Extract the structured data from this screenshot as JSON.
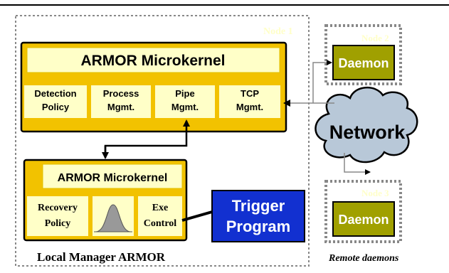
{
  "node1": {
    "label": "Node 1"
  },
  "node2": {
    "label": "Node 2"
  },
  "node3": {
    "label": "Node 3"
  },
  "top_armor": {
    "title": "ARMOR Microkernel",
    "elements": [
      {
        "line1": "Detection",
        "line2": "Policy"
      },
      {
        "line1": "Process",
        "line2": "Mgmt."
      },
      {
        "line1": "Pipe",
        "line2": "Mgmt."
      },
      {
        "line1": "TCP",
        "line2": "Mgmt."
      }
    ]
  },
  "local_armor": {
    "title": "ARMOR Microkernel",
    "recovery": {
      "line1": "Recovery",
      "line2": "Policy"
    },
    "exe": {
      "line1": "Exe",
      "line2": "Control"
    },
    "caption": "Local Manager ARMOR"
  },
  "trigger": {
    "line1": "Trigger",
    "line2": "Program"
  },
  "network": {
    "label": "Network"
  },
  "daemon_top": {
    "label": "Daemon"
  },
  "daemon_bottom": {
    "label": "Daemon"
  },
  "remote_caption": "Remote daemons",
  "colors": {
    "armor_outer": "#f2c200",
    "armor_inner": "#ffffc8",
    "daemon": "#a0a000",
    "trigger": "#1230d0",
    "cloud": "#b8c8d8"
  }
}
